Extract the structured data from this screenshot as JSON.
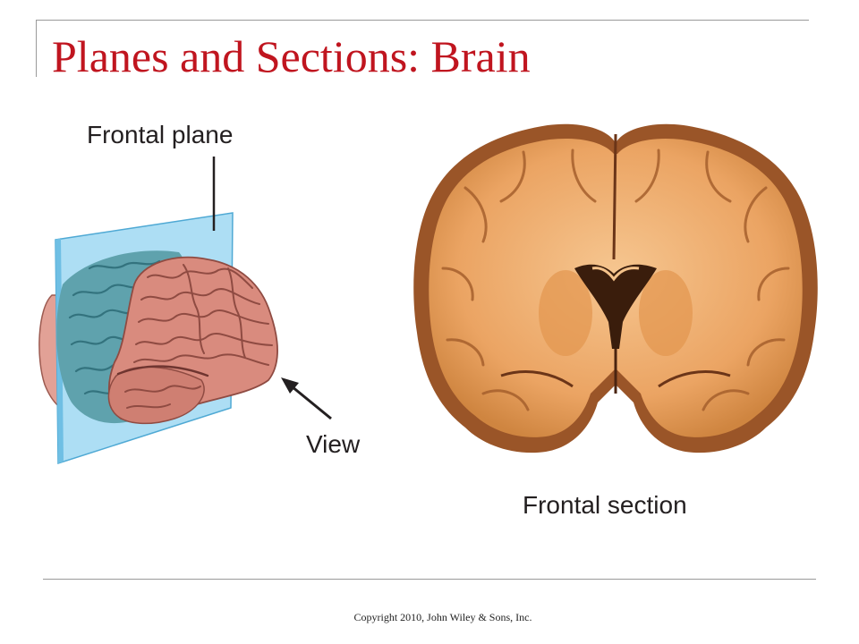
{
  "slide": {
    "title": "Planes and Sections: Brain",
    "footer": "Copyright 2010, John Wiley & Sons, Inc."
  },
  "figure": {
    "labels": {
      "frontal_plane": "Frontal plane",
      "view": "View",
      "frontal_section": "Frontal section"
    }
  },
  "colors": {
    "title": "#c0151f",
    "plane": "#9fd8f2",
    "brain_front": "#d98b7e",
    "brain_back_tint": "#5fa2ad",
    "section_tissue": "#eda868",
    "section_cortex": "#9a5528"
  }
}
